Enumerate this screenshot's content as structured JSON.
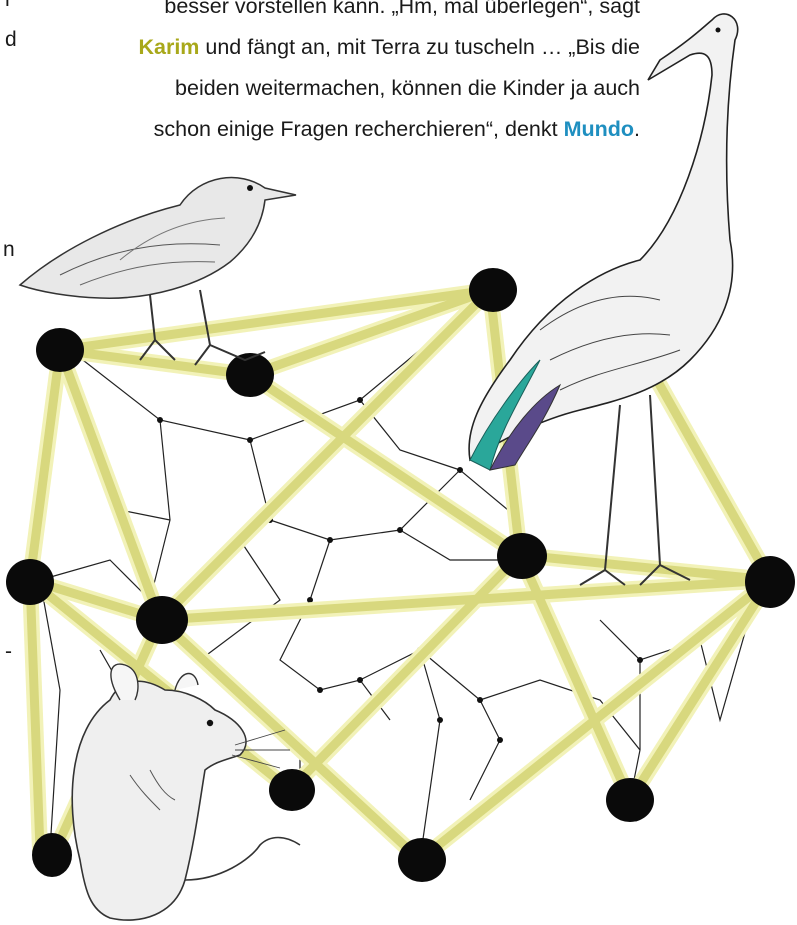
{
  "story": {
    "line1": "besser vorstellen kann. „Hm, mal überlegen“, sagt",
    "line2_name": "Karim",
    "line2_rest": " und fängt an, mit Terra zu tuscheln … „Bis die",
    "line3": "beiden weitermachen, können die Kinder ja auch",
    "line4_pre": "schon einige Fragen recherchieren“, denkt ",
    "line4_name": "Mundo",
    "line4_post": "."
  },
  "left_column_fragments": [
    "r",
    "d",
    "n",
    "-"
  ],
  "colors": {
    "character_karim": "#a8a81a",
    "character_mundo": "#1f8fc0",
    "stick": "#dcdc8c",
    "stick_glow": "#f2f2b8",
    "node": "#0a0a0a"
  },
  "illustration": {
    "icons": [
      "crow-illustration-icon",
      "crane-illustration-icon",
      "mouse-illustration-icon",
      "stick-web-network-icon"
    ]
  }
}
